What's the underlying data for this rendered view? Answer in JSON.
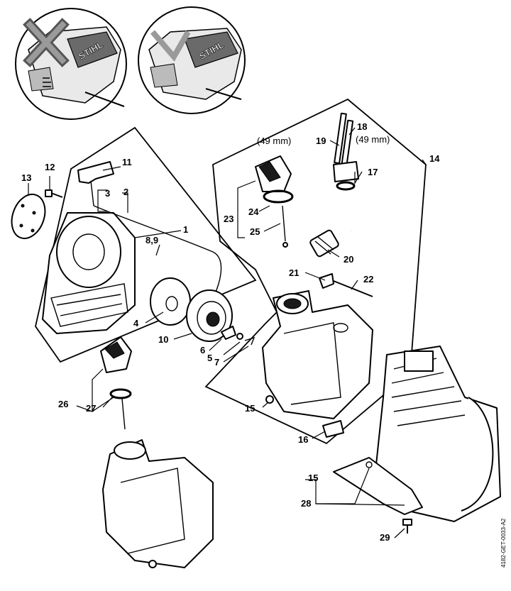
{
  "diagram": {
    "brand_text": "STIHL",
    "reference_code": "4182-GET-0033-A2",
    "dimension_label_left": "(49 mm)",
    "dimension_label_right": "(49 mm)",
    "callouts": {
      "c1": "1",
      "c2": "2",
      "c3": "3",
      "c4": "4",
      "c5": "5",
      "c6": "6",
      "c7": "7",
      "c89": "8,9",
      "c10": "10",
      "c11": "11",
      "c12": "12",
      "c13": "13",
      "c14": "14",
      "c15a": "15",
      "c15b": "15",
      "c16": "16",
      "c17": "17",
      "c18": "18",
      "c19": "19",
      "c20": "20",
      "c21": "21",
      "c22": "22",
      "c23": "23",
      "c24": "24",
      "c25": "25",
      "c26": "26",
      "c27": "27",
      "c28": "28",
      "c29": "29"
    }
  }
}
